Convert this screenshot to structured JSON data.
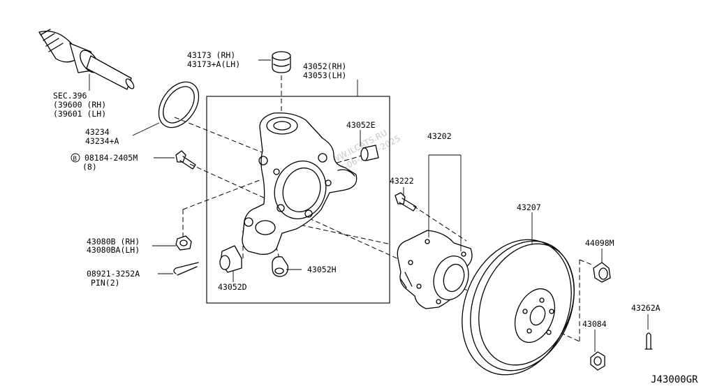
{
  "watermark": {
    "line1": "WWW.ILCATS.RU",
    "line2": "13-06-2002-2025"
  },
  "diagram_code": "J43000GR",
  "labels": {
    "sec396": [
      "SEC.396",
      "(39600 (RH)",
      "(39601 (LH)"
    ],
    "p43173": [
      "43173  (RH)",
      "43173+A(LH)"
    ],
    "p43052": [
      "43052(RH)",
      "43053(LH)"
    ],
    "p43234": [
      "43234",
      "43234+A"
    ],
    "p08184": [
      "08184-2405M",
      "(8)"
    ],
    "p08184_circle": "B",
    "p43052E": "43052E",
    "p43202": "43202",
    "p43222": "43222",
    "p43207": "43207",
    "p44098M": "44098M",
    "p43080B": [
      "43080B (RH)",
      "43080BA(LH)"
    ],
    "p08921": [
      "08921-3252A",
      "PIN(2)"
    ],
    "p43052D": "43052D",
    "p43052H": "43052H",
    "p43084": "43084",
    "p43262A": "43262A"
  }
}
